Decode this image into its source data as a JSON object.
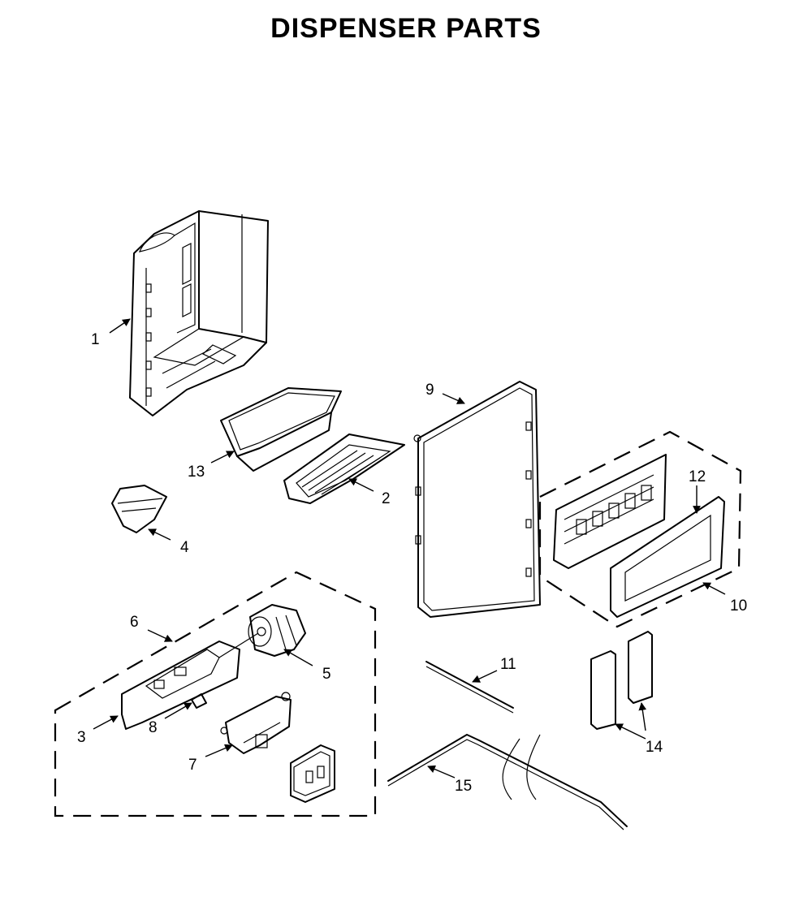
{
  "title": "DISPENSER PARTS",
  "callouts": {
    "c1": "1",
    "c2": "2",
    "c3": "3",
    "c4": "4",
    "c5": "5",
    "c6": "6",
    "c7": "7",
    "c8": "8",
    "c9": "9",
    "c10": "10",
    "c11": "11",
    "c12": "12",
    "c13": "13",
    "c14": "14",
    "c15": "15"
  }
}
